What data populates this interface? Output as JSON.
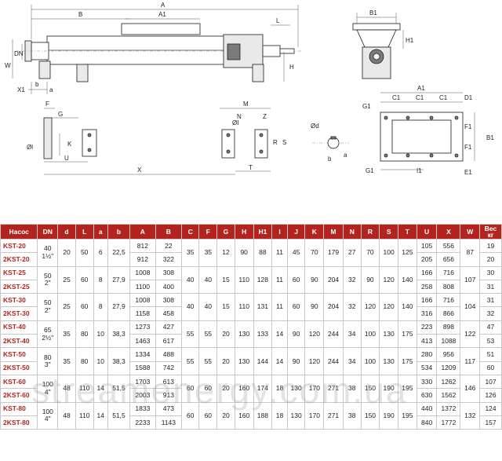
{
  "drawing_labels": {
    "A": "A",
    "B": "B",
    "A1": "A1",
    "L": "L",
    "W": "W",
    "DN": "DN",
    "H": "H",
    "X1": "X1",
    "b": "b",
    "a": "a",
    "B1": "B1",
    "H1": "H1",
    "F": "F",
    "G": "G",
    "K": "K",
    "d1": "Øl",
    "U": "U",
    "X": "X",
    "T": "T",
    "M": "M",
    "N": "N",
    "R": "R",
    "S": "S",
    "Z": "Z",
    "I": "ØI",
    "d": "Ød",
    "C1a": "C1",
    "C1b": "C1",
    "C1c": "C1",
    "D1": "D1",
    "G1a": "G1",
    "G1b": "G1",
    "F1a": "F1",
    "F1b": "F1",
    "E1": "E1",
    "I1": "I1",
    "A1r": "A1",
    "B1r": "B1"
  },
  "table": {
    "headers": [
      "Насос",
      "DN",
      "d",
      "L",
      "a",
      "b",
      "A",
      "B",
      "C",
      "F",
      "G",
      "H",
      "H1",
      "I",
      "J",
      "K",
      "M",
      "N",
      "R",
      "S",
      "T",
      "U",
      "X",
      "W",
      "Вес кг"
    ],
    "groups": [
      {
        "pumps": [
          "KST-20",
          "2KST-20"
        ],
        "dn": [
          "40",
          "1½\""
        ],
        "d": "20",
        "L": "50",
        "a": "6",
        "b": "22,5",
        "A": [
          "812",
          "912"
        ],
        "B": [
          "22",
          "322"
        ],
        "C": "35",
        "F": "35",
        "G": "12",
        "H": "90",
        "H1": "88",
        "I": "11",
        "J": "45",
        "K": "70",
        "M": "179",
        "N": "27",
        "R": "70",
        "S": "100",
        "T": "125",
        "U": [
          "105",
          "205"
        ],
        "X": [
          "556",
          "656"
        ],
        "W": "87",
        "weight": [
          "19",
          "20"
        ]
      },
      {
        "pumps": [
          "KST-25",
          "2KST-25"
        ],
        "dn": [
          "50",
          "2\""
        ],
        "d": "25",
        "L": "60",
        "a": "8",
        "b": "27,9",
        "A": [
          "1008",
          "1100"
        ],
        "B": [
          "308",
          "400"
        ],
        "C": "40",
        "F": "40",
        "G": "15",
        "H": "110",
        "H1": "128",
        "I": "11",
        "J": "60",
        "K": "90",
        "M": "204",
        "N": "32",
        "R": "90",
        "S": "120",
        "T": "140",
        "U": [
          "166",
          "258"
        ],
        "X": [
          "716",
          "808"
        ],
        "W": "107",
        "weight": [
          "30",
          "31"
        ]
      },
      {
        "pumps": [
          "KST-30",
          "2KST-30"
        ],
        "dn": [
          "50",
          "2\""
        ],
        "d": "25",
        "L": "60",
        "a": "8",
        "b": "27,9",
        "A": [
          "1008",
          "1158"
        ],
        "B": [
          "308",
          "458"
        ],
        "C": "40",
        "F": "40",
        "G": "15",
        "H": "110",
        "H1": "131",
        "I": "11",
        "J": "60",
        "K": "90",
        "M": "204",
        "N": "32",
        "R": "120",
        "S": "120",
        "T": "140",
        "U": [
          "166",
          "316"
        ],
        "X": [
          "716",
          "866"
        ],
        "W": "104",
        "weight": [
          "31",
          "32"
        ]
      },
      {
        "pumps": [
          "KST-40",
          "2KST-40"
        ],
        "dn": [
          "65",
          "2½\""
        ],
        "d": "35",
        "L": "80",
        "a": "10",
        "b": "38,3",
        "A": [
          "1273",
          "1463"
        ],
        "B": [
          "427",
          "617"
        ],
        "C": "55",
        "F": "55",
        "G": "20",
        "H": "130",
        "H1": "133",
        "I": "14",
        "J": "90",
        "K": "120",
        "M": "244",
        "N": "34",
        "R": "100",
        "S": "130",
        "T": "175",
        "U": [
          "223",
          "413"
        ],
        "X": [
          "898",
          "1088"
        ],
        "W": "122",
        "weight": [
          "47",
          "53"
        ]
      },
      {
        "pumps": [
          "KST-50",
          "2KST-50"
        ],
        "dn": [
          "80",
          "3\""
        ],
        "d": "35",
        "L": "80",
        "a": "10",
        "b": "38,3",
        "A": [
          "1334",
          "1588"
        ],
        "B": [
          "488",
          "742"
        ],
        "C": "55",
        "F": "55",
        "G": "20",
        "H": "130",
        "H1": "144",
        "I": "14",
        "J": "90",
        "K": "120",
        "M": "244",
        "N": "34",
        "R": "100",
        "S": "130",
        "T": "175",
        "U": [
          "280",
          "534"
        ],
        "X": [
          "956",
          "1209"
        ],
        "W": "117",
        "weight": [
          "51",
          "60"
        ]
      },
      {
        "pumps": [
          "KST-60",
          "2KST-60"
        ],
        "dn": [
          "100",
          "4\""
        ],
        "d": "48",
        "L": "110",
        "a": "14",
        "b": "51,5",
        "A": [
          "1703",
          "2003"
        ],
        "B": [
          "613",
          "913"
        ],
        "C": "60",
        "F": "60",
        "G": "20",
        "H": "160",
        "H1": "174",
        "I": "18",
        "J": "130",
        "K": "170",
        "M": "271",
        "N": "38",
        "R": "150",
        "S": "190",
        "T": "195",
        "U": [
          "330",
          "630"
        ],
        "X": [
          "1262",
          "1562"
        ],
        "W": "146",
        "weight": [
          "107",
          "126"
        ]
      },
      {
        "pumps": [
          "KST-80",
          "2KST-80"
        ],
        "dn": [
          "100",
          "4\""
        ],
        "d": "48",
        "L": "110",
        "a": "14",
        "b": "51,5",
        "A": [
          "1833",
          "2233"
        ],
        "B": [
          "473",
          "1143"
        ],
        "C": "60",
        "F": "60",
        "G": "20",
        "H": "160",
        "H1": "188",
        "I": "18",
        "J": "130",
        "K": "170",
        "M": "271",
        "N": "38",
        "R": "150",
        "S": "190",
        "T": "195",
        "U": [
          "440",
          "840"
        ],
        "X": [
          "1372",
          "1772"
        ],
        "W": "132",
        "weight": [
          "124",
          "157"
        ]
      }
    ]
  },
  "watermark": "streamenergy.com.ua"
}
